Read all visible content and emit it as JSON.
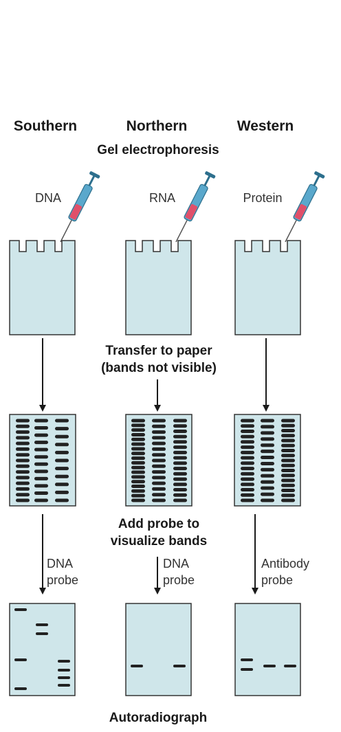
{
  "columns": [
    {
      "title": "Southern",
      "sample": "DNA",
      "probe_line1": "DNA",
      "probe_line2": "probe"
    },
    {
      "title": "Northern",
      "sample": "RNA",
      "probe_line1": "DNA",
      "probe_line2": "probe"
    },
    {
      "title": "Western",
      "sample": "Protein",
      "probe_line1": "Antibody",
      "probe_line2": "probe"
    }
  ],
  "stages": {
    "gel": "Gel electrophoresis",
    "transfer_line1": "Transfer to paper",
    "transfer_line2": "(bands not visible)",
    "probe_line1": "Add probe to",
    "probe_line2": "visualize bands",
    "autorad": "Autoradiograph"
  },
  "colors": {
    "gel_fill": "#cfe6ea",
    "band": "#222222",
    "syringe_barrel": "#5aa8cc",
    "syringe_sample": "#e0506a"
  }
}
